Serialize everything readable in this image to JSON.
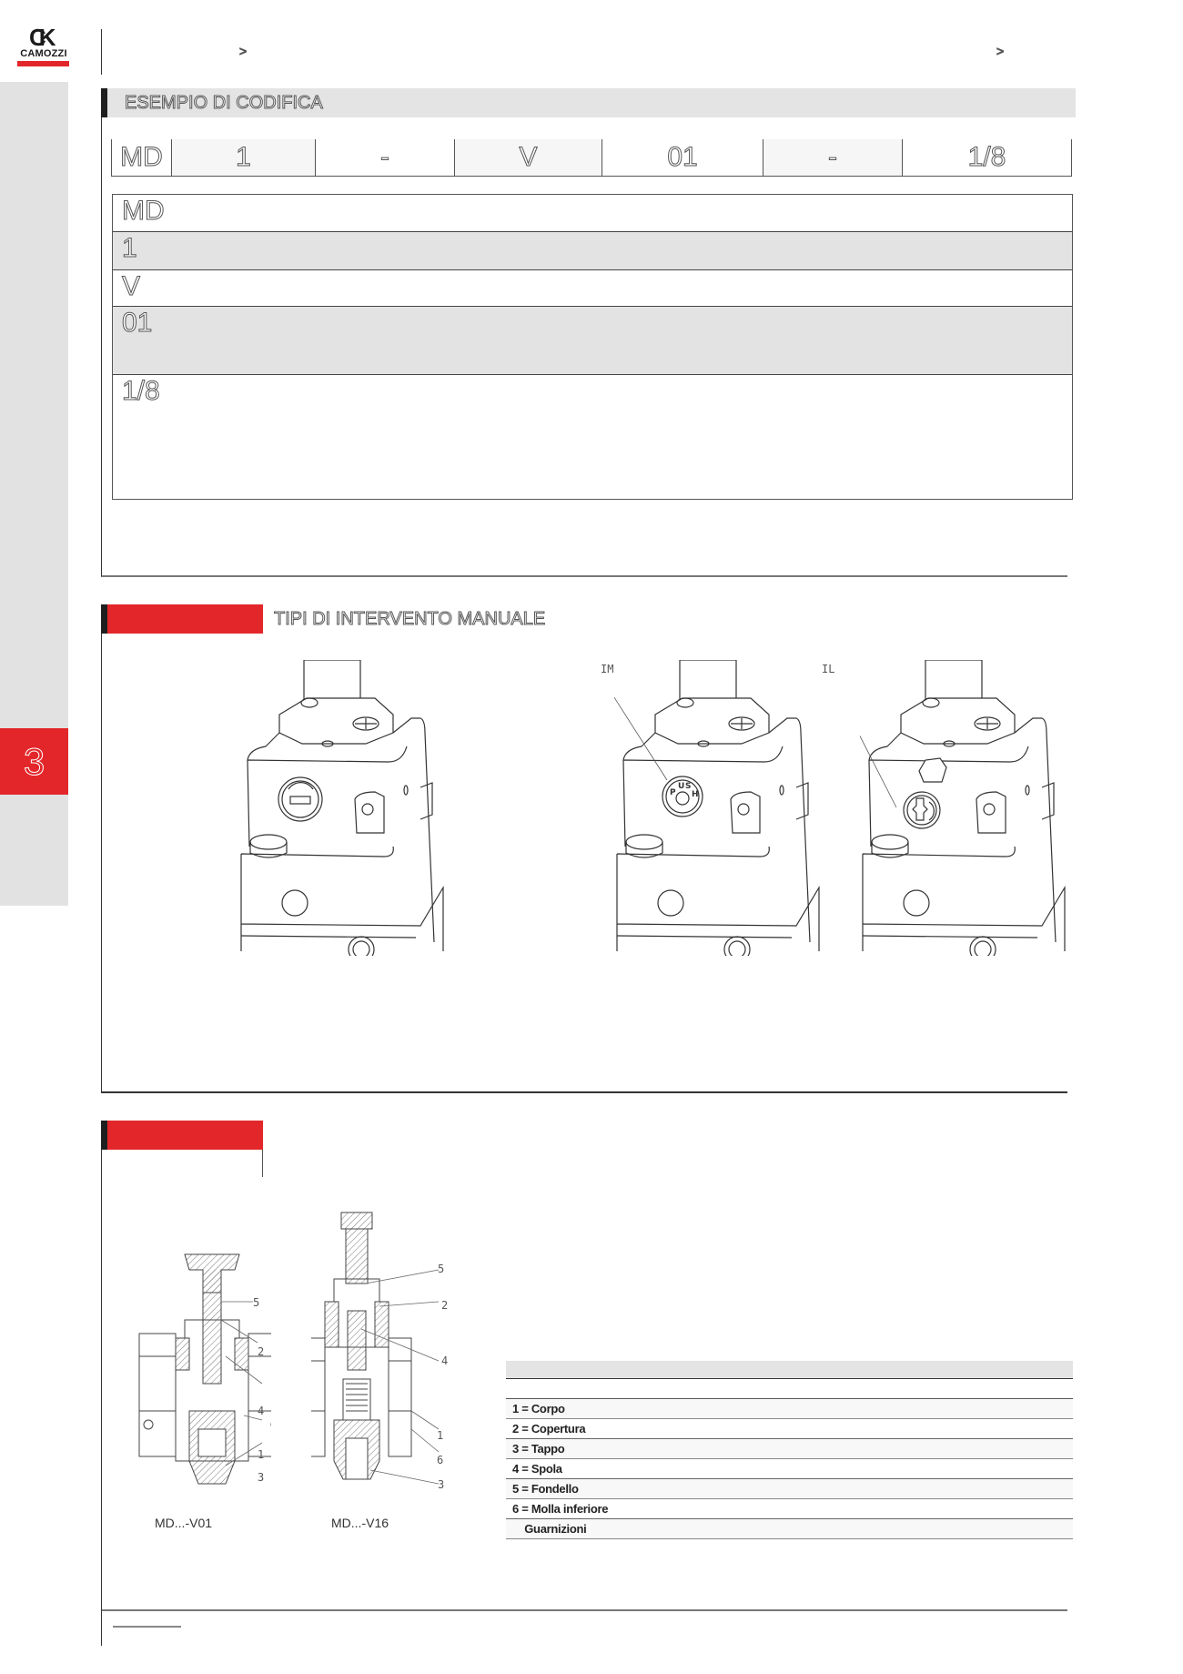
{
  "brand": {
    "logo_mark": "CK",
    "name": "CAMOZZI",
    "accent_color": "#e3262a",
    "dark_color": "#1f1f1f"
  },
  "header": {
    "breadcrumb_separators": [
      ">",
      ">"
    ]
  },
  "sidebar": {
    "active_chapter": "3"
  },
  "section_coding": {
    "title": "ESEMPIO DI CODIFICA",
    "code_cells": [
      {
        "value": "MD",
        "width": 66,
        "alt": false
      },
      {
        "value": "1",
        "width": 158,
        "alt": true
      },
      {
        "value": "-",
        "width": 153,
        "alt": false
      },
      {
        "value": "V",
        "width": 162,
        "alt": true
      },
      {
        "value": "01",
        "width": 177,
        "alt": false
      },
      {
        "value": "-",
        "width": 153,
        "alt": true
      },
      {
        "value": "1/8",
        "width": 187,
        "alt": false
      }
    ],
    "descriptions": [
      {
        "code": "MD",
        "height": 40,
        "gray": false
      },
      {
        "code": "1",
        "height": 42,
        "gray": true
      },
      {
        "code": "V",
        "height": 40,
        "gray": false
      },
      {
        "code": "01",
        "height": 75,
        "gray": true
      },
      {
        "code": "1/8",
        "height": 137,
        "gray": false
      }
    ]
  },
  "section_manual": {
    "title": "TIPI DI INTERVENTO MANUALE",
    "callouts": [
      "IM",
      "IL"
    ],
    "push_label": "PUSH"
  },
  "section_cross": {
    "title": "",
    "drawings": [
      {
        "caption": "MD...-V01",
        "labels": [
          "5",
          "2",
          "4",
          "1",
          "3"
        ]
      },
      {
        "caption": "MD...-V16",
        "labels": [
          "5",
          "2",
          "4",
          "1",
          "6",
          "3"
        ]
      }
    ],
    "parts_table": {
      "header": "",
      "rows": [
        {
          "label": "1 = Corpo"
        },
        {
          "label": "2 = Copertura"
        },
        {
          "label": "3 = Tappo"
        },
        {
          "label": "4 = Spola"
        },
        {
          "label": "5 = Fondello"
        },
        {
          "label": "6 = Molla inferiore"
        },
        {
          "label": "    Guarnizioni"
        }
      ]
    }
  }
}
